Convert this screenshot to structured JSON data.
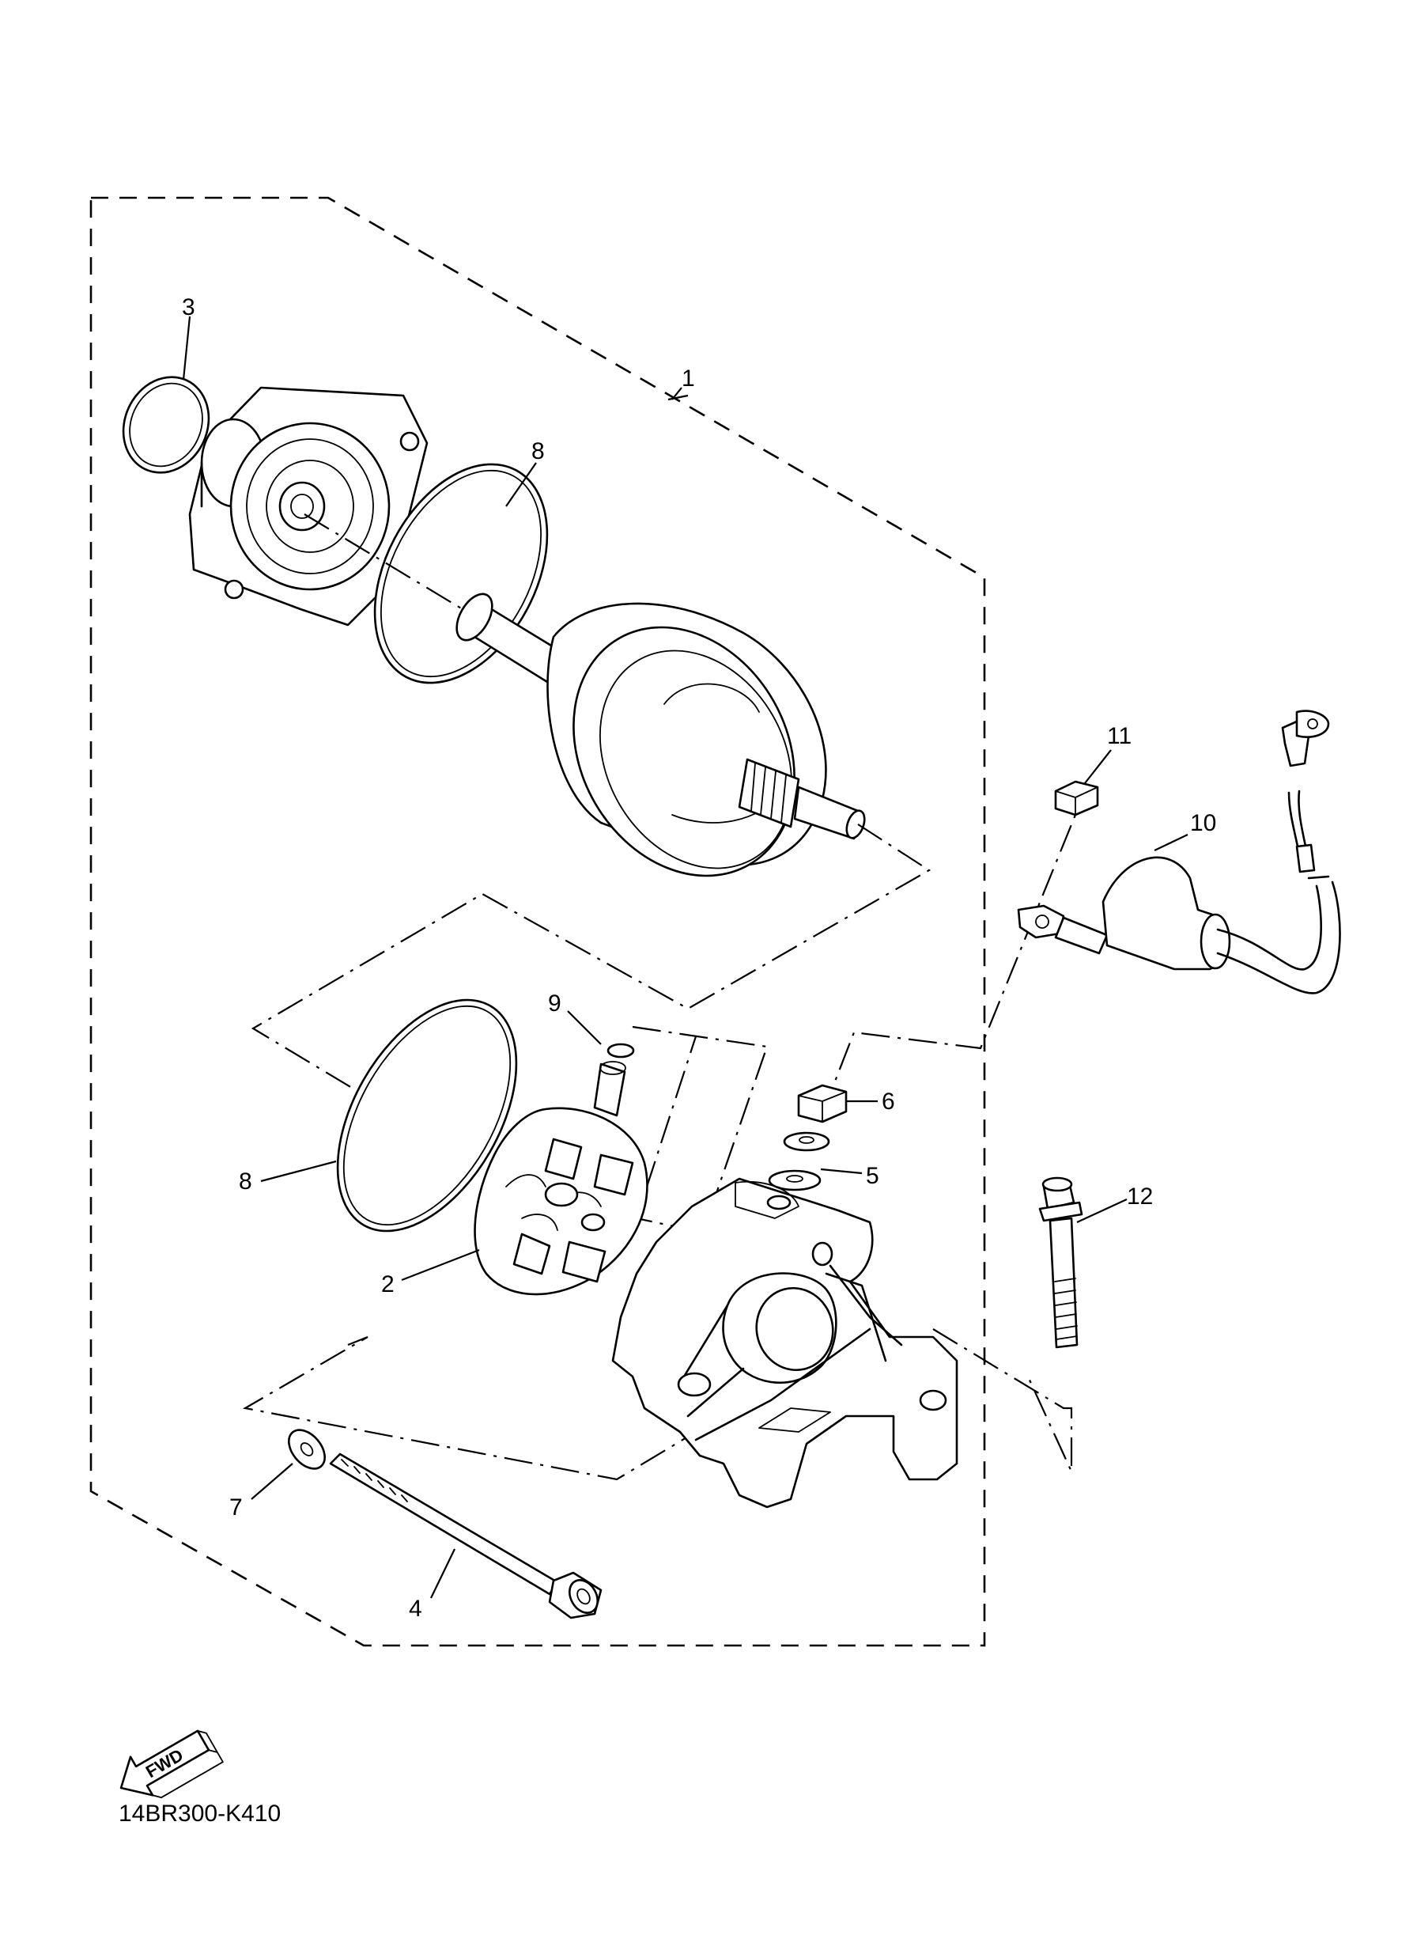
{
  "diagram": {
    "code": "14BR300-K410",
    "direction_label": "FWD",
    "callouts": [
      {
        "id": "1",
        "text": "1"
      },
      {
        "id": "2",
        "text": "2"
      },
      {
        "id": "3",
        "text": "3"
      },
      {
        "id": "4",
        "text": "4"
      },
      {
        "id": "5",
        "text": "5"
      },
      {
        "id": "6",
        "text": "6"
      },
      {
        "id": "7",
        "text": "7"
      },
      {
        "id": "8a",
        "text": "8"
      },
      {
        "id": "8b",
        "text": "8"
      },
      {
        "id": "9",
        "text": "9"
      },
      {
        "id": "10",
        "text": "10"
      },
      {
        "id": "11",
        "text": "11"
      },
      {
        "id": "12",
        "text": "12"
      }
    ]
  }
}
